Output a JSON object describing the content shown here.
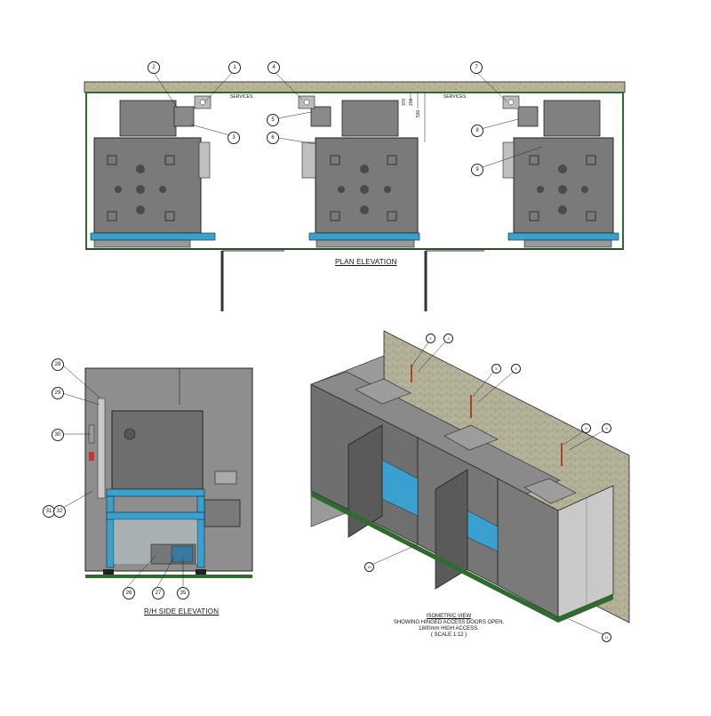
{
  "views": {
    "plan": {
      "title": "PLAN ELEVATION",
      "services_left": "SERVICES",
      "services_right": "SERVICES",
      "dims": [
        "370",
        "200",
        "530"
      ]
    },
    "side": {
      "title": "R/H SIDE ELEVATION"
    },
    "iso": {
      "title": "ISOMETRIC VIEW",
      "note_line1": "SHOWING HINGED ACCESS DOORS OPEN.",
      "note_line2": "1800mm HIGH ACCESS.",
      "note_line3": "( SCALE 1:12 )"
    }
  },
  "balloons": {
    "plan": [
      "1",
      "2",
      "3",
      "4",
      "5",
      "6",
      "7",
      "8",
      "9"
    ],
    "side": [
      "28",
      "29",
      "30",
      "31",
      "32",
      "26",
      "27",
      "35"
    ],
    "iso": [
      "2",
      "3",
      "5",
      "4",
      "8",
      "9",
      "10",
      "11"
    ]
  },
  "colors": {
    "wall": "#b8b49a",
    "wall_texture": "#9c9a80",
    "cabinet": "#7e7e7e",
    "cabinet_dark": "#5d5d5d",
    "frame_blue": "#3aa0d0",
    "base_green": "#2f6b2f",
    "panel_light": "#c9c9c9",
    "line": "#222222"
  }
}
